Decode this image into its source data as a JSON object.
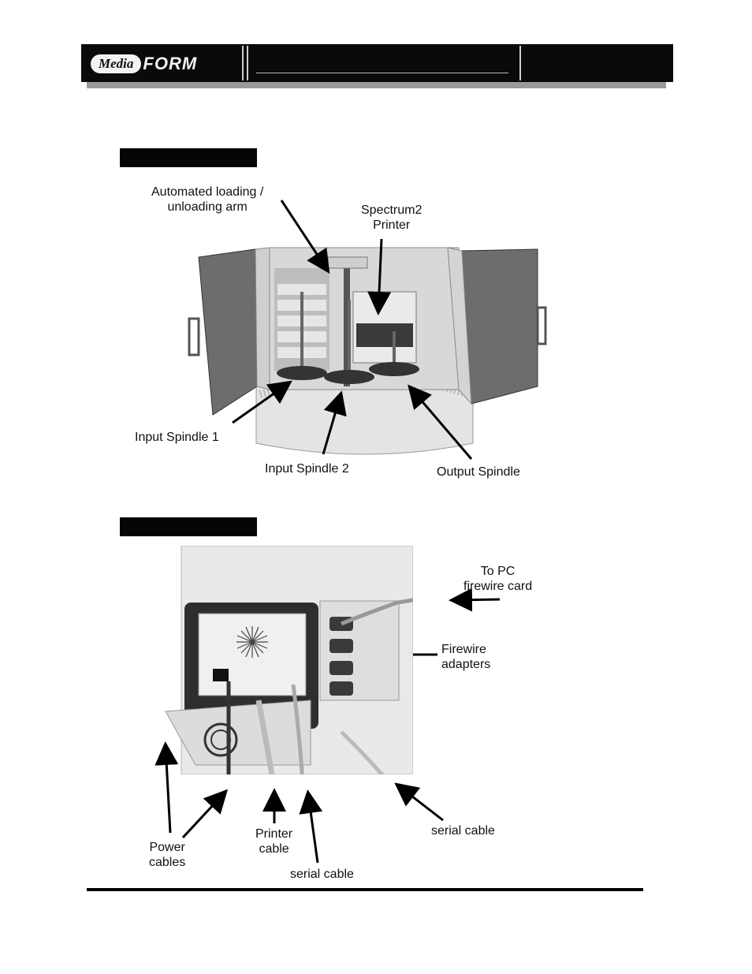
{
  "header": {
    "logo": {
      "brand_italic": "Media",
      "brand_bold": "FORM"
    }
  },
  "figure_front": {
    "labels": {
      "arm": [
        "Automated loading /",
        "unloading arm"
      ],
      "printer": [
        "Spectrum2",
        "Printer"
      ],
      "input1": "Input Spindle 1",
      "input2": "Input Spindle 2",
      "output": "Output Spindle"
    }
  },
  "figure_back": {
    "labels": {
      "to_pc": [
        "To PC",
        "firewire card"
      ],
      "firewire": [
        "Firewire",
        "adapters"
      ],
      "power": [
        "Power",
        "cables"
      ],
      "printer_cable": [
        "Printer",
        "cable"
      ],
      "serial1": "serial cable",
      "serial2": "serial cable"
    }
  },
  "colors": {
    "header_bg": "#0a0a0a",
    "section_bar": "#050505",
    "rule": "#000000"
  }
}
